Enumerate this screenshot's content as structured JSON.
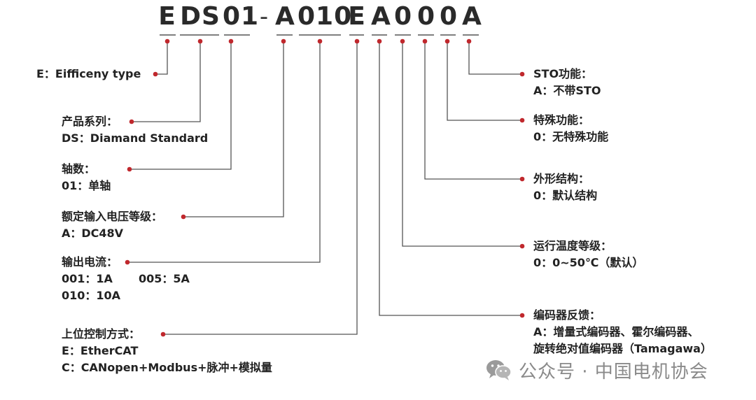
{
  "colors": {
    "accent": "#c0282d",
    "line": "#555555",
    "text": "#222222",
    "watermark": "#8a8a8a"
  },
  "code": {
    "seg_e": "E",
    "seg_ds": "DS",
    "seg_01": "01",
    "seg_dash": "-",
    "seg_a": "A",
    "seg_010": "010",
    "seg_e2": "E",
    "seg_a2": "A",
    "seg_0a": "0",
    "seg_0b": "0",
    "seg_0c": "0",
    "seg_a3": "A"
  },
  "left_labels": {
    "efficiency": {
      "line1": "E：Eifficeny type"
    },
    "series": {
      "title": "产品系列：",
      "line1": "DS：Diamand Standard"
    },
    "axis": {
      "title": "轴数：",
      "line1": "01：单轴"
    },
    "voltage": {
      "title": "额定输入电压等级：",
      "line1": "A：DC48V"
    },
    "current": {
      "title": "输出电流：",
      "line1a": "001：1A",
      "line1b": "005：5A",
      "line2": "010：10A"
    },
    "control": {
      "title": "上位控制方式：",
      "line1": "E：EtherCAT",
      "line2": "C：CANopen+Modbus+脉冲+模拟量"
    }
  },
  "right_labels": {
    "sto": {
      "title": "STO功能：",
      "line1": "A：不带STO"
    },
    "special": {
      "title": "特殊功能：",
      "line1": "0：无特殊功能"
    },
    "shape": {
      "title": "外形结构：",
      "line1": "0：默认结构"
    },
    "temperature": {
      "title": "运行温度等级：",
      "line1": "0：0~50℃（默认）"
    },
    "encoder": {
      "title": "编码器反馈：",
      "line1": "A：增量式编码器、霍尔编码器、",
      "line2": "旋转绝对值编码器（Tamagawa）"
    }
  },
  "watermark": {
    "icon": "wechat-icon",
    "text": "公众号 · 中国电机协会"
  }
}
